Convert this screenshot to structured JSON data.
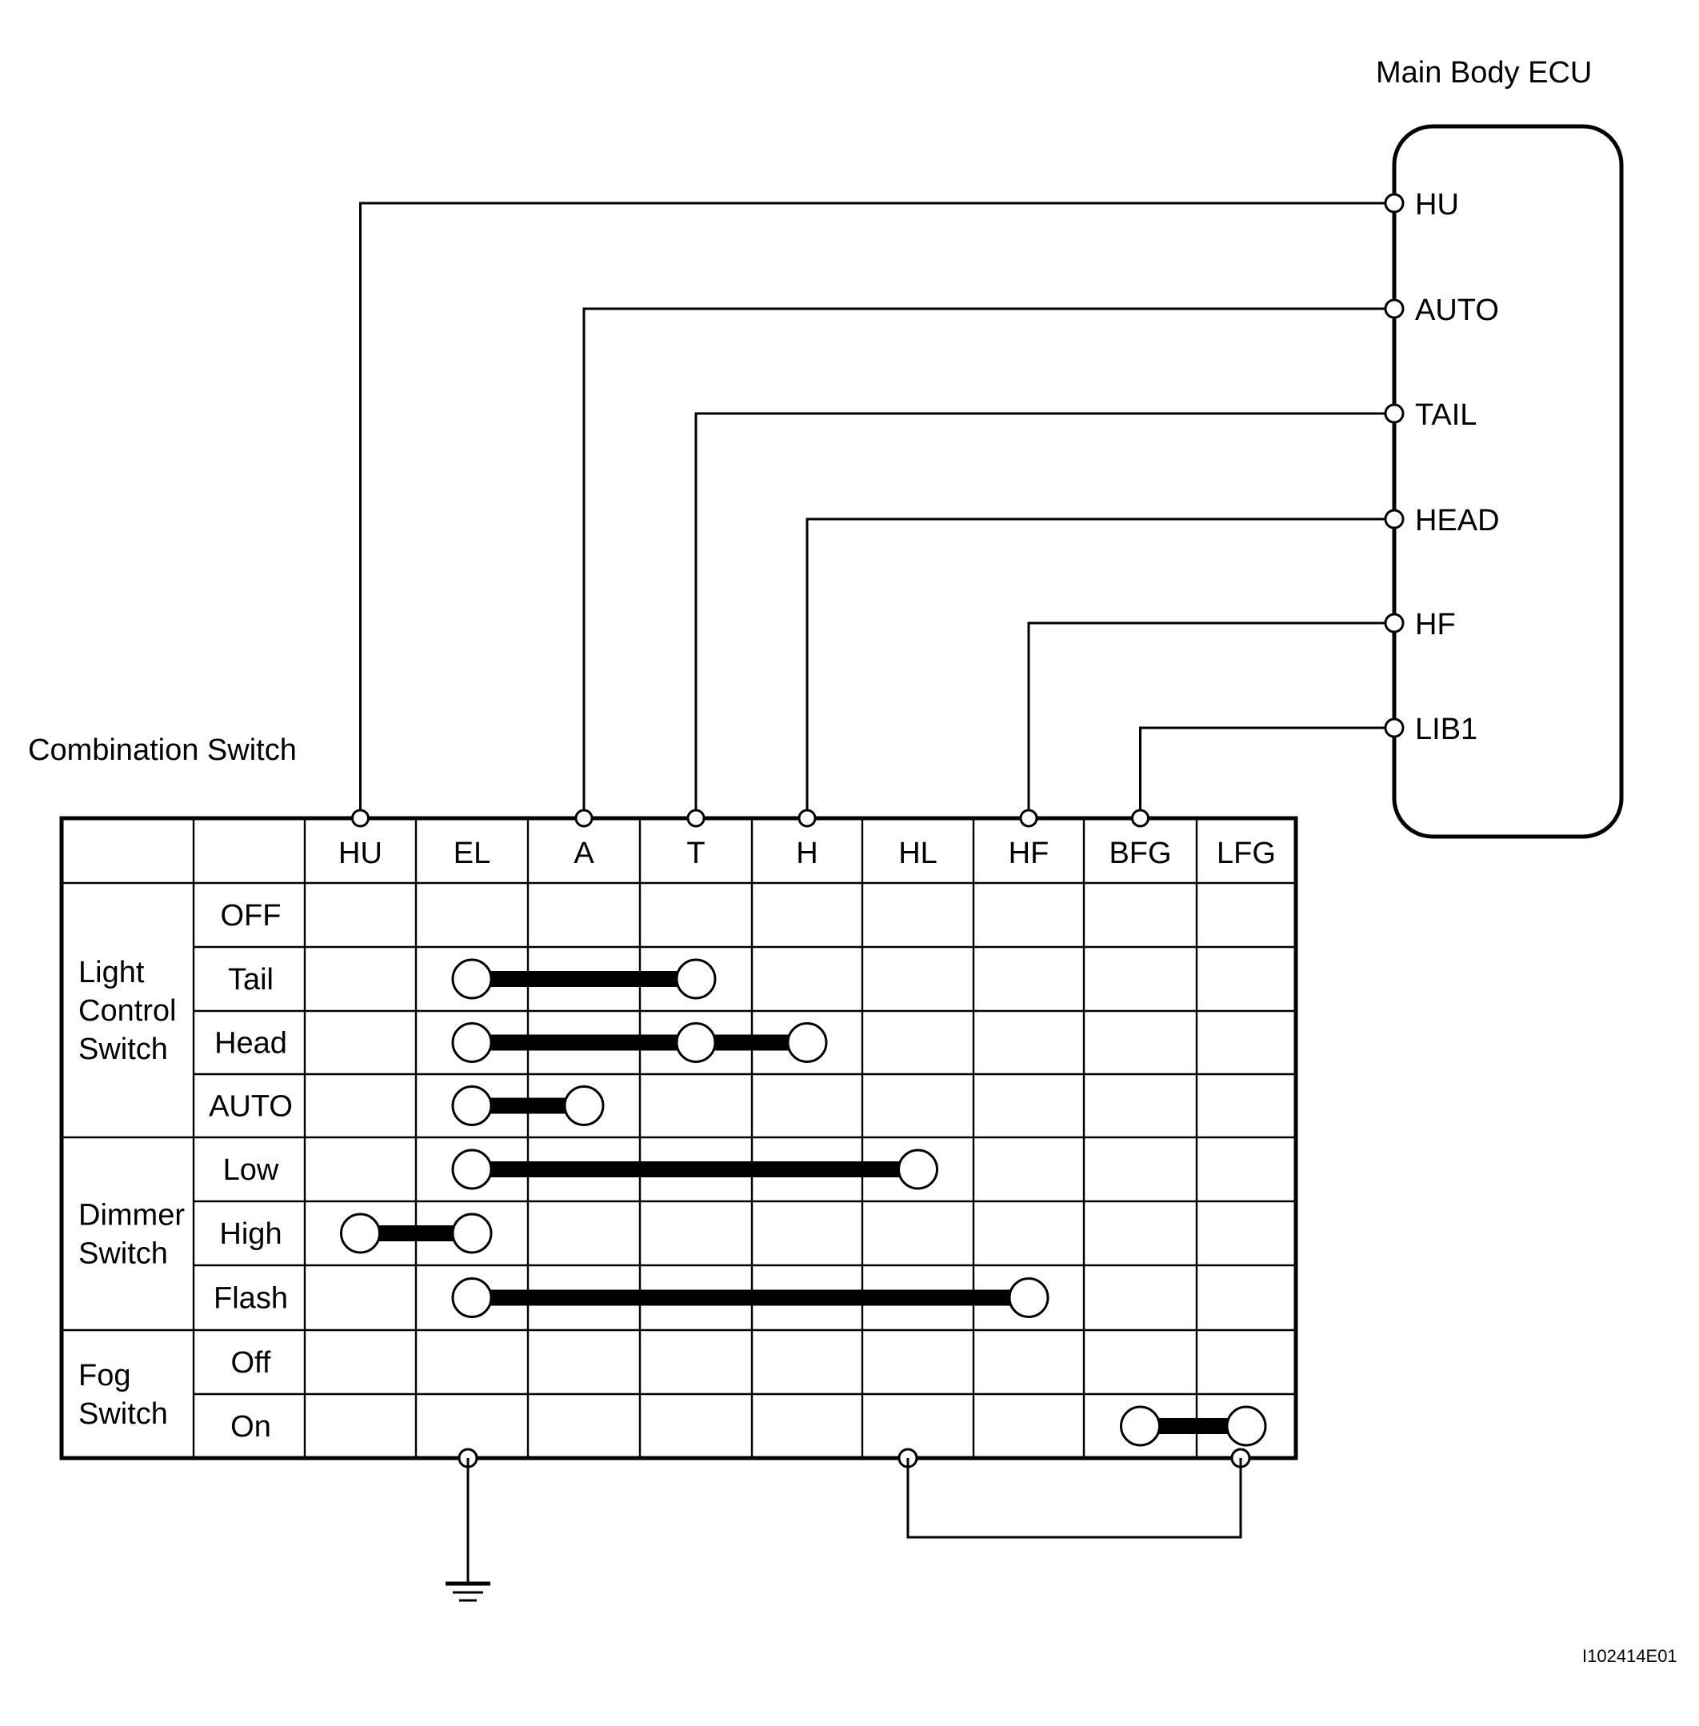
{
  "ecu": {
    "title": "Main Body ECU",
    "terminals": [
      "HU",
      "AUTO",
      "TAIL",
      "HEAD",
      "HF",
      "LIB1"
    ]
  },
  "combo": {
    "title": "Combination Switch",
    "columns": [
      "HU",
      "EL",
      "A",
      "T",
      "H",
      "HL",
      "HF",
      "BFG",
      "LFG"
    ],
    "groups": [
      {
        "name": [
          "Light",
          "Control",
          "Switch"
        ],
        "rows": [
          "OFF",
          "Tail",
          "Head",
          "AUTO"
        ]
      },
      {
        "name": [
          "Dimmer",
          "Switch"
        ],
        "rows": [
          "Low",
          "High",
          "Flash"
        ]
      },
      {
        "name": [
          "Fog",
          "Switch"
        ],
        "rows": [
          "Off",
          "On"
        ]
      }
    ],
    "connections": [
      {
        "row": "Tail",
        "columns": [
          "EL",
          "T"
        ]
      },
      {
        "row": "Head",
        "columns": [
          "EL",
          "T",
          "H"
        ]
      },
      {
        "row": "AUTO",
        "columns": [
          "EL",
          "A"
        ]
      },
      {
        "row": "Low",
        "columns": [
          "EL",
          "HL"
        ]
      },
      {
        "row": "High",
        "columns": [
          "HU",
          "EL"
        ]
      },
      {
        "row": "Flash",
        "columns": [
          "EL",
          "HF"
        ]
      },
      {
        "row": "On",
        "columns": [
          "BFG",
          "LFG"
        ]
      }
    ]
  },
  "wiring": [
    {
      "from": "HU",
      "to": "HU"
    },
    {
      "from": "A",
      "to": "AUTO"
    },
    {
      "from": "T",
      "to": "TAIL"
    },
    {
      "from": "H",
      "to": "HEAD"
    },
    {
      "from": "HF",
      "to": "HF"
    },
    {
      "from": "BFG",
      "to": "LIB1"
    }
  ],
  "ground_column": "EL",
  "bottom_link": [
    "HL",
    "LFG"
  ],
  "figure_id": "I102414E01"
}
